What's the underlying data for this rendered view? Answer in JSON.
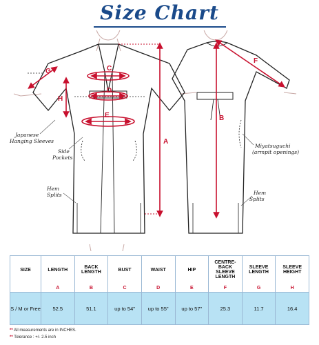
{
  "title": "Size Chart",
  "diagram": {
    "front_letters": [
      "G",
      "H",
      "C",
      "D",
      "E",
      "A"
    ],
    "back_letters": [
      "F",
      "B"
    ],
    "notes": {
      "hanging_sleeves": [
        "Japanese",
        "Hanging Sleeves"
      ],
      "side_pockets": [
        "Side",
        "Pockets"
      ],
      "hem_splits_front": [
        "Hem",
        "Splits"
      ],
      "miyatsuguchi": [
        "Miyatsuguchi",
        "(armpit openings)"
      ],
      "hem_splits_back": [
        "Hem",
        "Splits"
      ]
    }
  },
  "table": {
    "headers": [
      "SIZE",
      "LENGTH",
      "BACK LENGTH",
      "BUST",
      "WAIST",
      "HIP",
      "CENTRE-BACK SLEEVE LENGTH",
      "SLEEVE LENGTH",
      "SLEEVE HEIGHT"
    ],
    "letters": [
      "",
      "A",
      "B",
      "C",
      "D",
      "E",
      "F",
      "G",
      "H"
    ],
    "row": [
      "S / M or Free",
      "52.5",
      "51.1",
      "up to 54\"",
      "up to 55\"",
      "up to 57\"",
      "25.3",
      "11.7",
      "16.4"
    ]
  },
  "footnotes": {
    "note1": "All measurements are in INCHES.",
    "note2": "Tolerance : +/- 2.5 inch"
  },
  "colors": {
    "title": "#1a4a8a",
    "arrow": "#c8102e",
    "table_fill": "#b8e2f4",
    "border": "#9ab8d4"
  }
}
